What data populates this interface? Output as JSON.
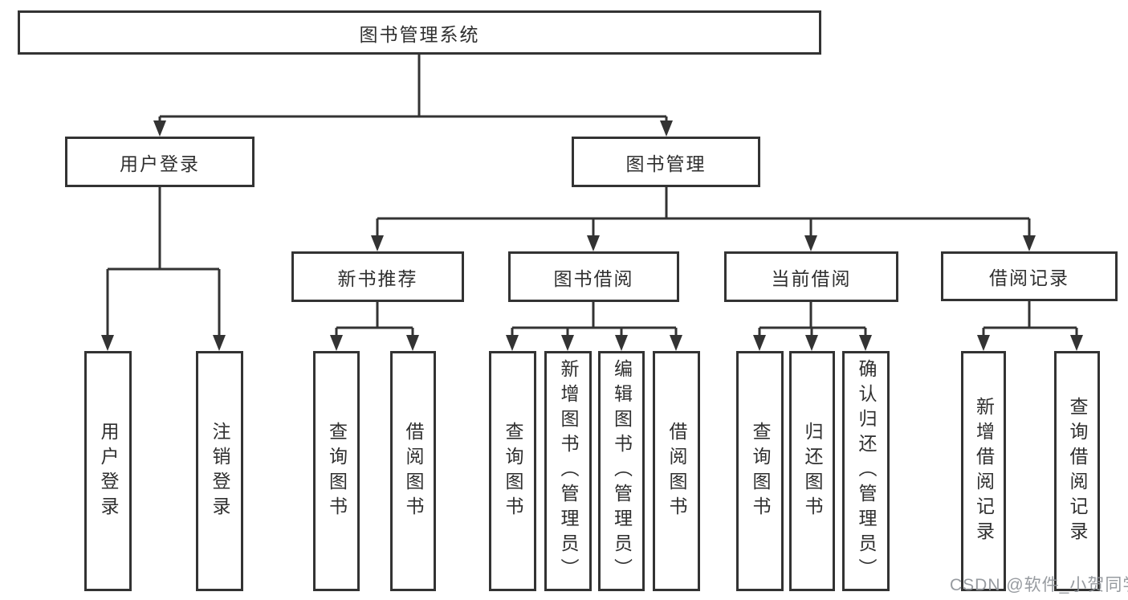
{
  "tree": {
    "root": {
      "label": "图书管理系统",
      "children": [
        {
          "label": "用户登录",
          "children": [
            {
              "label": "用户登录"
            },
            {
              "label": "注销登录"
            }
          ]
        },
        {
          "label": "图书管理",
          "children": [
            {
              "label": "新书推荐",
              "children": [
                {
                  "label": "查询图书"
                },
                {
                  "label": "借阅图书"
                }
              ]
            },
            {
              "label": "图书借阅",
              "children": [
                {
                  "label": "查询图书"
                },
                {
                  "label": "新增图书（管理员）"
                },
                {
                  "label": "编辑图书（管理员）"
                },
                {
                  "label": "借阅图书"
                }
              ]
            },
            {
              "label": "当前借阅",
              "children": [
                {
                  "label": "查询图书"
                },
                {
                  "label": "归还图书"
                },
                {
                  "label": "确认归还（管理员）"
                }
              ]
            },
            {
              "label": "借阅记录",
              "children": [
                {
                  "label": "新增借阅记录"
                },
                {
                  "label": "查询借阅记录"
                }
              ]
            }
          ]
        }
      ]
    }
  },
  "watermark": {
    "text": "CSDN @软件_小贺同学"
  },
  "colors": {
    "line": "#333333",
    "text": "#2f2f2f",
    "watermark": "#8e9398",
    "background": "#ffffff"
  }
}
